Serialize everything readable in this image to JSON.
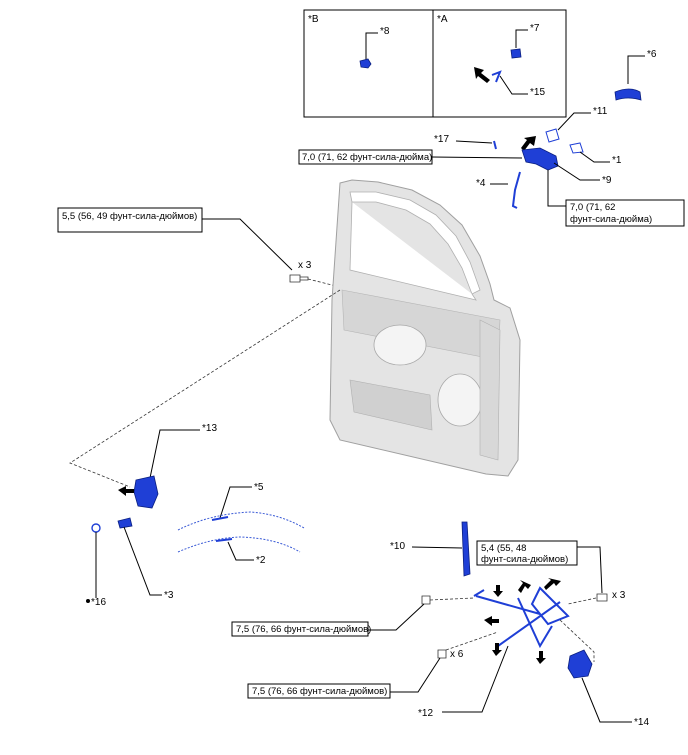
{
  "inset_b": {
    "label": "*B",
    "callout_8": "*8"
  },
  "inset_a": {
    "label": "*A",
    "callout_7": "*7",
    "callout_15": "*15"
  },
  "callouts": {
    "c6": "*6",
    "c11": "*11",
    "c1": "*1",
    "c17": "*17",
    "c9": "*9",
    "c4": "*4",
    "c13": "*13",
    "c5": "*5",
    "c2": "*2",
    "c3": "*3",
    "c16": "*16",
    "c10": "*10",
    "c12": "*12",
    "c14": "*14"
  },
  "torque": {
    "t1": "7,0 (71, 62 фунт-сила-дюйма)",
    "t2_line1": "7,0 (71, 62",
    "t2_line2": "фунт-сила-дюйма)",
    "t3": "5,5 (56, 49 фунт-сила-дюймов)",
    "t4_line1": "5,4 (55, 48",
    "t4_line2": "фунт-сила-дюймов)",
    "t5": "7,5 (76, 66 фунт-сила-дюймов)",
    "t6": "7,5 (76, 66 фунт-сила-дюймов)"
  },
  "quantities": {
    "q1": "x 3",
    "q2": "x 3",
    "q3": "x 6"
  },
  "colors": {
    "part_blue": "#1f3fd6",
    "door_gray": "#e4e4e4"
  }
}
